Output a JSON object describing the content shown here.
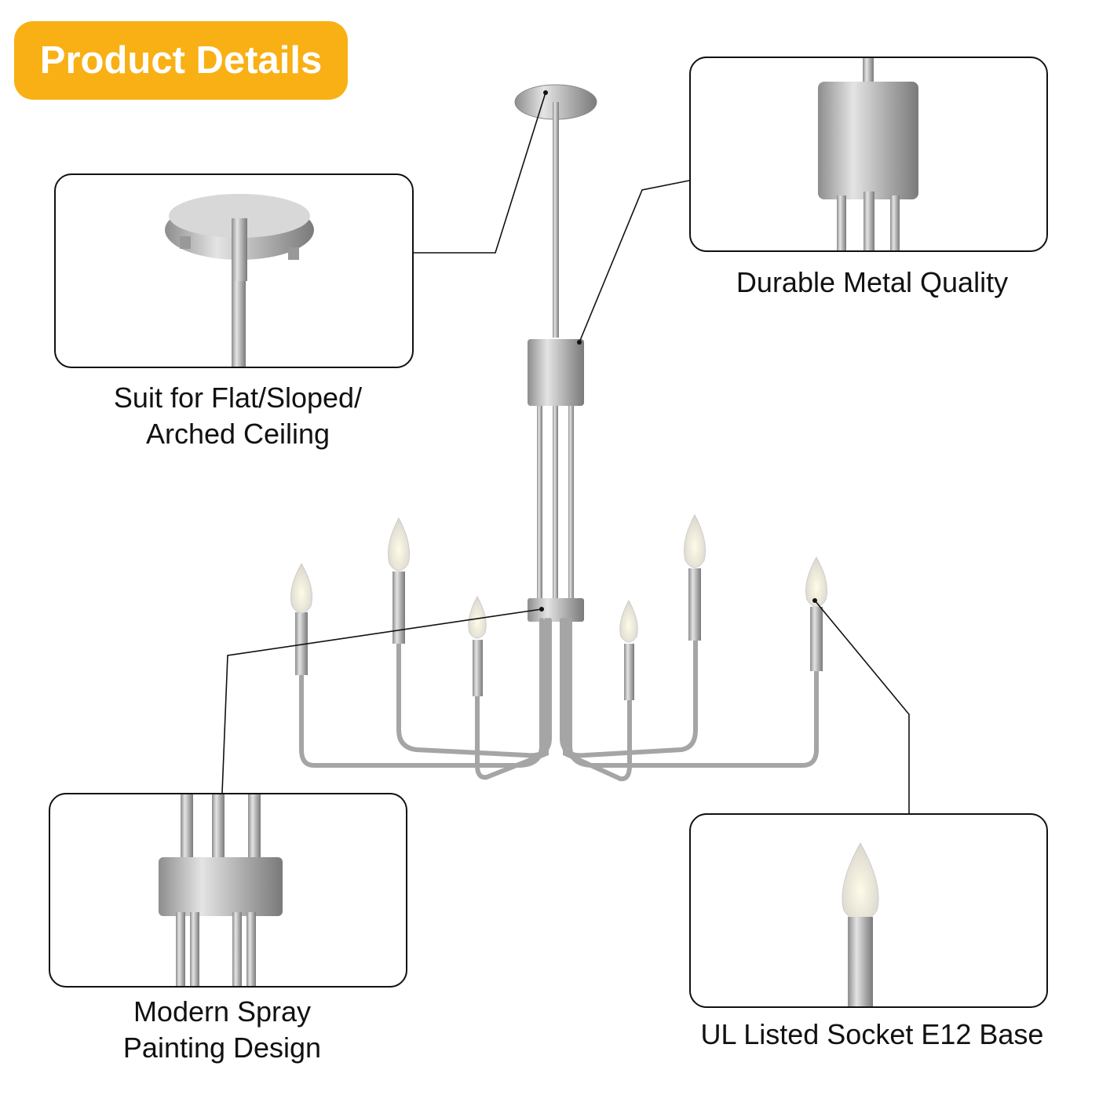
{
  "badge": {
    "label": "Product Details",
    "color": "#F8B015"
  },
  "callouts": [
    {
      "line1": "Suit for Flat/Sloped/",
      "line2": "Arched Ceiling"
    },
    {
      "line1": "Durable Metal Quality"
    },
    {
      "line1": "Modern Spray",
      "line2": "Painting Design"
    },
    {
      "line1": "UL Listed Socket E12 Base"
    }
  ]
}
